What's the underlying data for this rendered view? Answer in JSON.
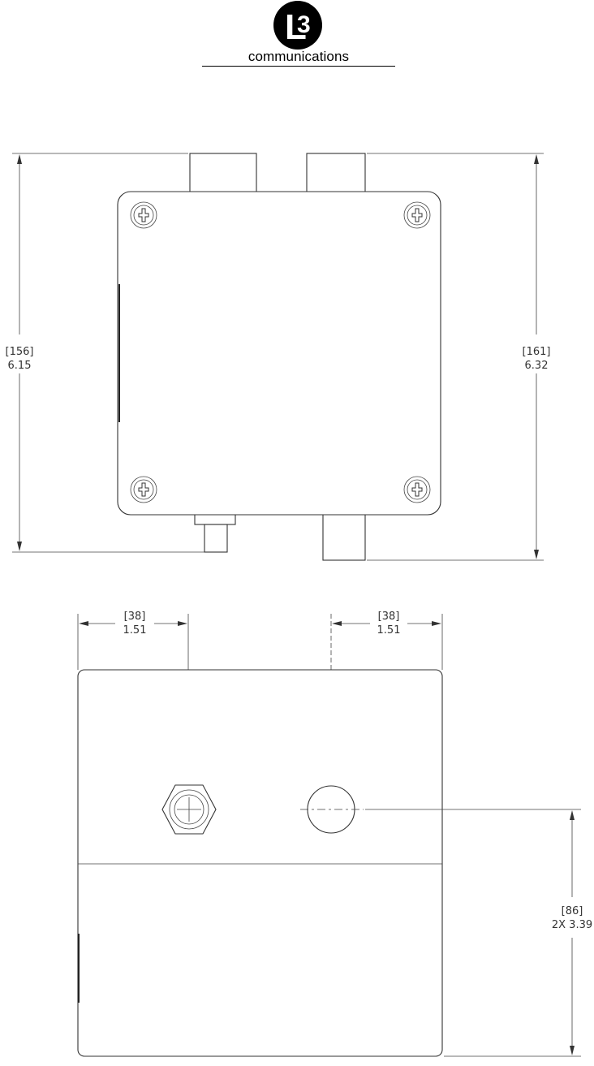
{
  "logo": {
    "mark_text": "L3",
    "wordmark": "communications"
  },
  "top_view": {
    "left_dim": {
      "metric": "[156]",
      "imperial": "6.15"
    },
    "right_dim": {
      "metric": "[161]",
      "imperial": "6.32"
    }
  },
  "front_view": {
    "left_offset": {
      "metric": "[38]",
      "imperial": "1.51"
    },
    "right_offset": {
      "metric": "[38]",
      "imperial": "1.51"
    },
    "height_dim": {
      "metric": "[86]",
      "imperial": "2X 3.39"
    }
  },
  "colors": {
    "line": "#333333",
    "background": "#ffffff"
  }
}
